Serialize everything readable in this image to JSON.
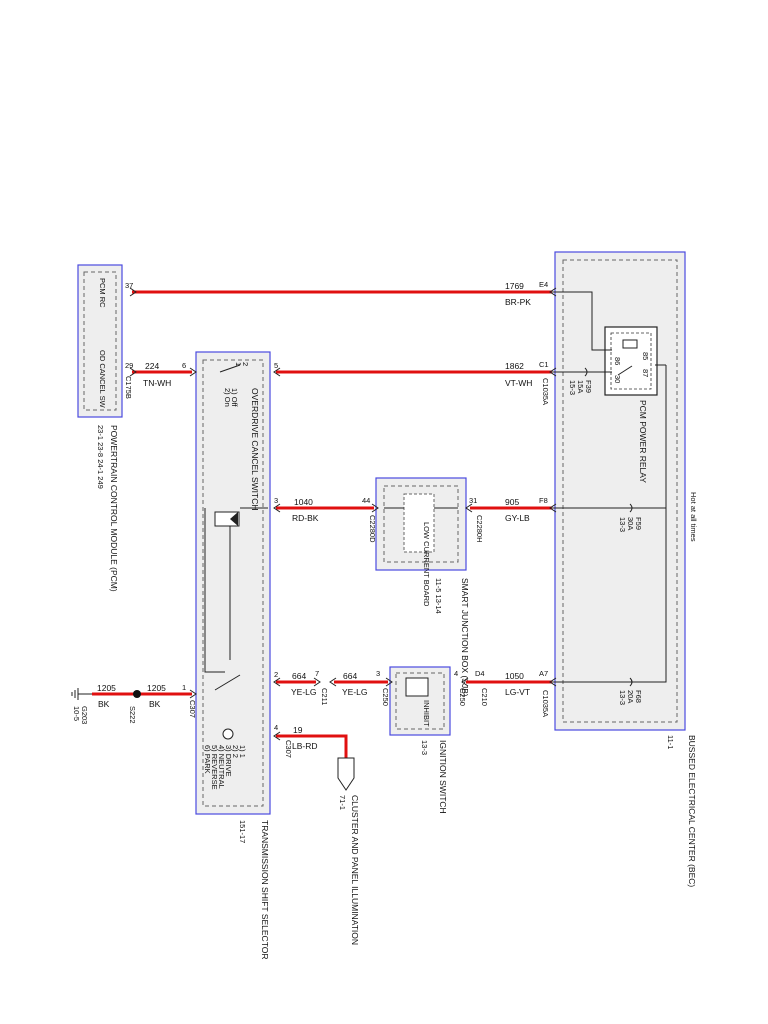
{
  "note_hot": "Hot at all times",
  "modules": {
    "pcm": {
      "title": "POWERTRAIN CONTROL MODULE (PCM)",
      "pages": "23-1  23-8  24-1  249",
      "pin_rc": "PCM RC",
      "pin_od": "OD CANCEL SW",
      "conn": "C175B",
      "pin37": "37",
      "pin29": "29"
    },
    "tss": {
      "title": "TRANSMISSION SHIFT SELECTOR",
      "page": "151-17",
      "od_title": "OVERDRIVE CANCEL SWITCH",
      "od_pos": [
        "1) Off",
        "2) On"
      ],
      "od_pins": [
        "2",
        "1"
      ],
      "gears": [
        "1) 1",
        "2) 2",
        "3) DRIVE",
        "4) NEUTRAL",
        "5) REVERSE",
        "6) PARK"
      ],
      "pin1": "1",
      "pin2": "2",
      "pin3": "3",
      "pin4": "4",
      "pin5": "5",
      "pin6": "6",
      "conn": "C307"
    },
    "sjb": {
      "title": "SMART JUNCTION BOX (SJB)",
      "pages": "11-5  13-14",
      "board": "LOW CURRENT BOARD",
      "pin44": "44",
      "pin31": "31",
      "conn_left": "C2280D",
      "conn_right": "C2280H"
    },
    "ign": {
      "title": "IGNITION SWITCH",
      "page": "13-3",
      "inhibit": "INHIBIT",
      "pin3": "3",
      "pin4": "4",
      "conn_l": "C250",
      "conn_r": "C250"
    },
    "bec": {
      "title": "BUSSED ELECTRICAL CENTER (BEC)",
      "page": "11-1",
      "relay": "PCM POWER RELAY",
      "relay_pins": [
        "86",
        "85",
        "30",
        "87"
      ],
      "f39": "F39",
      "f39_amp": "15A",
      "f39_pg": "15-3",
      "f59": "F59",
      "f59_amp": "30A",
      "f59_pg": "13-3",
      "f68": "F68",
      "f68_amp": "20A",
      "f68_pg": "13-3",
      "pinE4": "E4",
      "pinC1": "C1",
      "pinF8": "F8",
      "pinA7": "A7",
      "conn": "C1035A"
    }
  },
  "wires": {
    "w1769": {
      "num": "1769",
      "color": "BR-PK"
    },
    "w1862": {
      "num": "1862",
      "color": "VT-WH"
    },
    "w224": {
      "num": "224",
      "color": "TN-WH"
    },
    "w1040": {
      "num": "1040",
      "color": "RD-BK"
    },
    "w905": {
      "num": "905",
      "color": "GY-LB"
    },
    "w1050": {
      "num": "1050",
      "color": "LG-VT"
    },
    "w664a": {
      "num": "664",
      "color": "YE-LG"
    },
    "w664b": {
      "num": "664",
      "color": "YE-LG"
    },
    "w1205a": {
      "num": "1205",
      "color": "BK"
    },
    "w1205b": {
      "num": "1205",
      "color": "BK"
    },
    "w19": {
      "num": "19",
      "color": "LB-RD"
    }
  },
  "connectors": {
    "c211": "C211",
    "c210": "C210",
    "pin7": "7",
    "pinD4": "D4",
    "pin4": "4",
    "s222": "S222",
    "g203": "G203",
    "g203_pg": "10-5"
  },
  "cluster": {
    "title": "CLUSTER AND PANEL ILLUMINATION",
    "page": "71-1"
  }
}
